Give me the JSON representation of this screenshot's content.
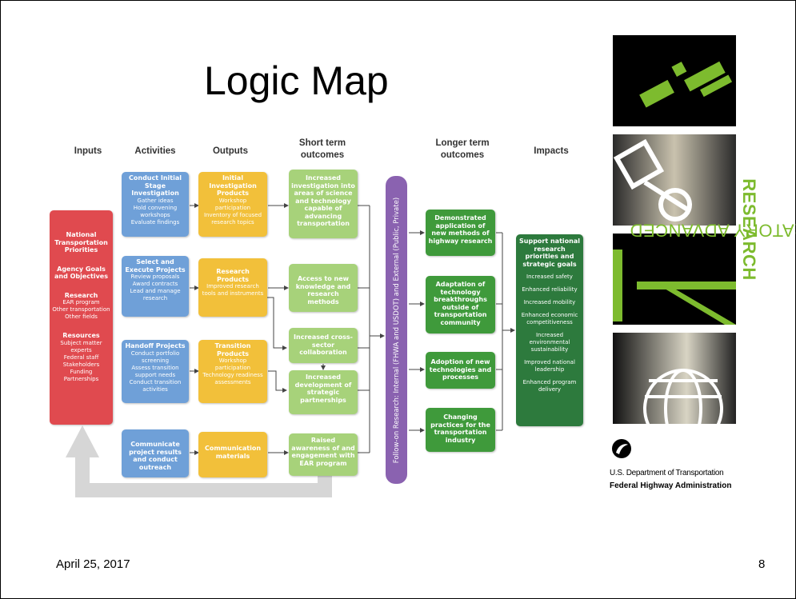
{
  "slide": {
    "title": "Logic Map",
    "date": "April 25, 2017",
    "page_number": "8"
  },
  "columns": {
    "inputs": "Inputs",
    "activities": "Activities",
    "outputs": "Outputs",
    "short_term": "Short term outcomes",
    "longer_term": "Longer term outcomes",
    "impacts": "Impacts"
  },
  "inputs_box": {
    "national": "National Transportation Priorities",
    "agency": "Agency Goals and Objectives",
    "research_title": "Research",
    "research_items": [
      "EAR program",
      "Other transportation",
      "Other fields"
    ],
    "resources_title": "Resources",
    "resources_items": [
      "Subject matter experts",
      "Federal staff",
      "Stakeholders",
      "Funding",
      "Partnerships"
    ]
  },
  "activities": [
    {
      "title": "Conduct Initial Stage Investigation",
      "items": [
        "Gather ideas",
        "Hold convening workshops",
        "Evaluate findings"
      ]
    },
    {
      "title": "Select and Execute Projects",
      "items": [
        "Review proposals",
        "Award contracts",
        "Lead and manage research"
      ]
    },
    {
      "title": "Handoff Projects",
      "items": [
        "Conduct portfolio screening",
        "Assess transition support needs",
        "Conduct transition activities"
      ]
    },
    {
      "title": "Communicate project results and conduct outreach",
      "items": []
    }
  ],
  "outputs": [
    {
      "title": "Initial Investigation Products",
      "items": [
        "Workshop participation",
        "Inventory of focused research topics"
      ]
    },
    {
      "title": "Research Products",
      "items": [
        "Improved research tools and instruments"
      ]
    },
    {
      "title": "Transition Products",
      "items": [
        "Workshop participation",
        "Technology readiness assessments"
      ]
    },
    {
      "title": "Communication materials",
      "items": []
    }
  ],
  "short_term_outcomes": [
    "Increased investigation into areas of science and technology capable of advancing transportation",
    "Access to new knowledge and research methods",
    "Increased cross-sector collaboration",
    "Increased development of strategic partnerships",
    "Raised awareness of and engagement with EAR program"
  ],
  "follow_on": "Follow-on Research: Internal (FHWA and USDOT) and External (Public, Private)",
  "longer_term_outcomes": [
    "Demonstrated application of new methods of highway research",
    "Adaptation of technology breakthroughs outside of transportation community",
    "Adoption of new technologies and processes",
    "Changing practices for the transportation industry"
  ],
  "impacts": {
    "title": "Support national research priorities and strategic goals",
    "items": [
      "Increased safety",
      "Enhanced reliability",
      "Increased mobility",
      "Enhanced economic competitiveness",
      "Increased environmental sustainability",
      "Improved national leadership",
      "Enhanced program delivery"
    ]
  },
  "branding": {
    "vertical_text_light": "EXPLORATORY ADVANCED ",
    "vertical_text_bold": "RESEARCH",
    "dept": "U.S. Department of Transportation",
    "agency": "Federal Highway Administration",
    "accent_color": "#7dbb2e"
  },
  "colors": {
    "activities": "#6fa0d8",
    "outputs": "#f2c03a",
    "short_term": "#a7d27a",
    "longer_term": "#3f9a3b",
    "inputs": "#e04a4f",
    "impacts": "#2d7a3d",
    "follow_on": "#8a62b0"
  }
}
